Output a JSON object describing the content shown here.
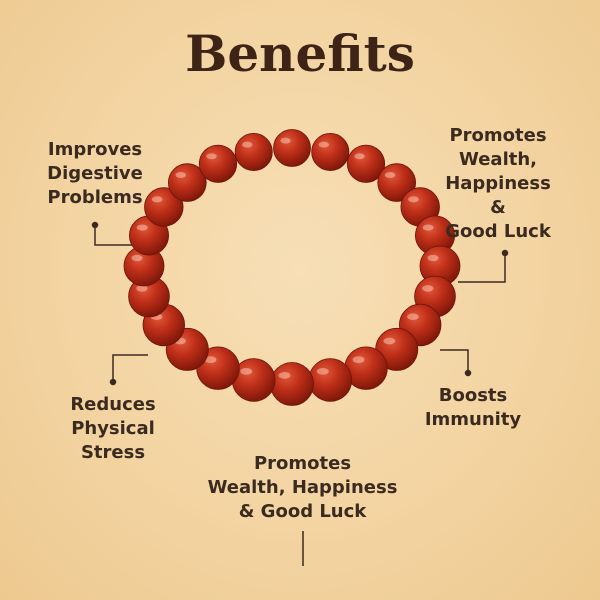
{
  "title": "Benefits",
  "benefits": {
    "top_left": "Improves\nDigestive\nProblems",
    "top_right": "Promotes\nWealth,\nHappiness\n&\nGood Luck",
    "bottom_left": "Reduces\nPhysical\nStress",
    "bottom_right": "Boosts\nImmunity",
    "bottom_center": "Promotes\nWealth, Happiness\n& Good Luck"
  },
  "colors": {
    "background": "#f3d4a2",
    "text": "#3b2a20",
    "bead": "#b82a14"
  }
}
